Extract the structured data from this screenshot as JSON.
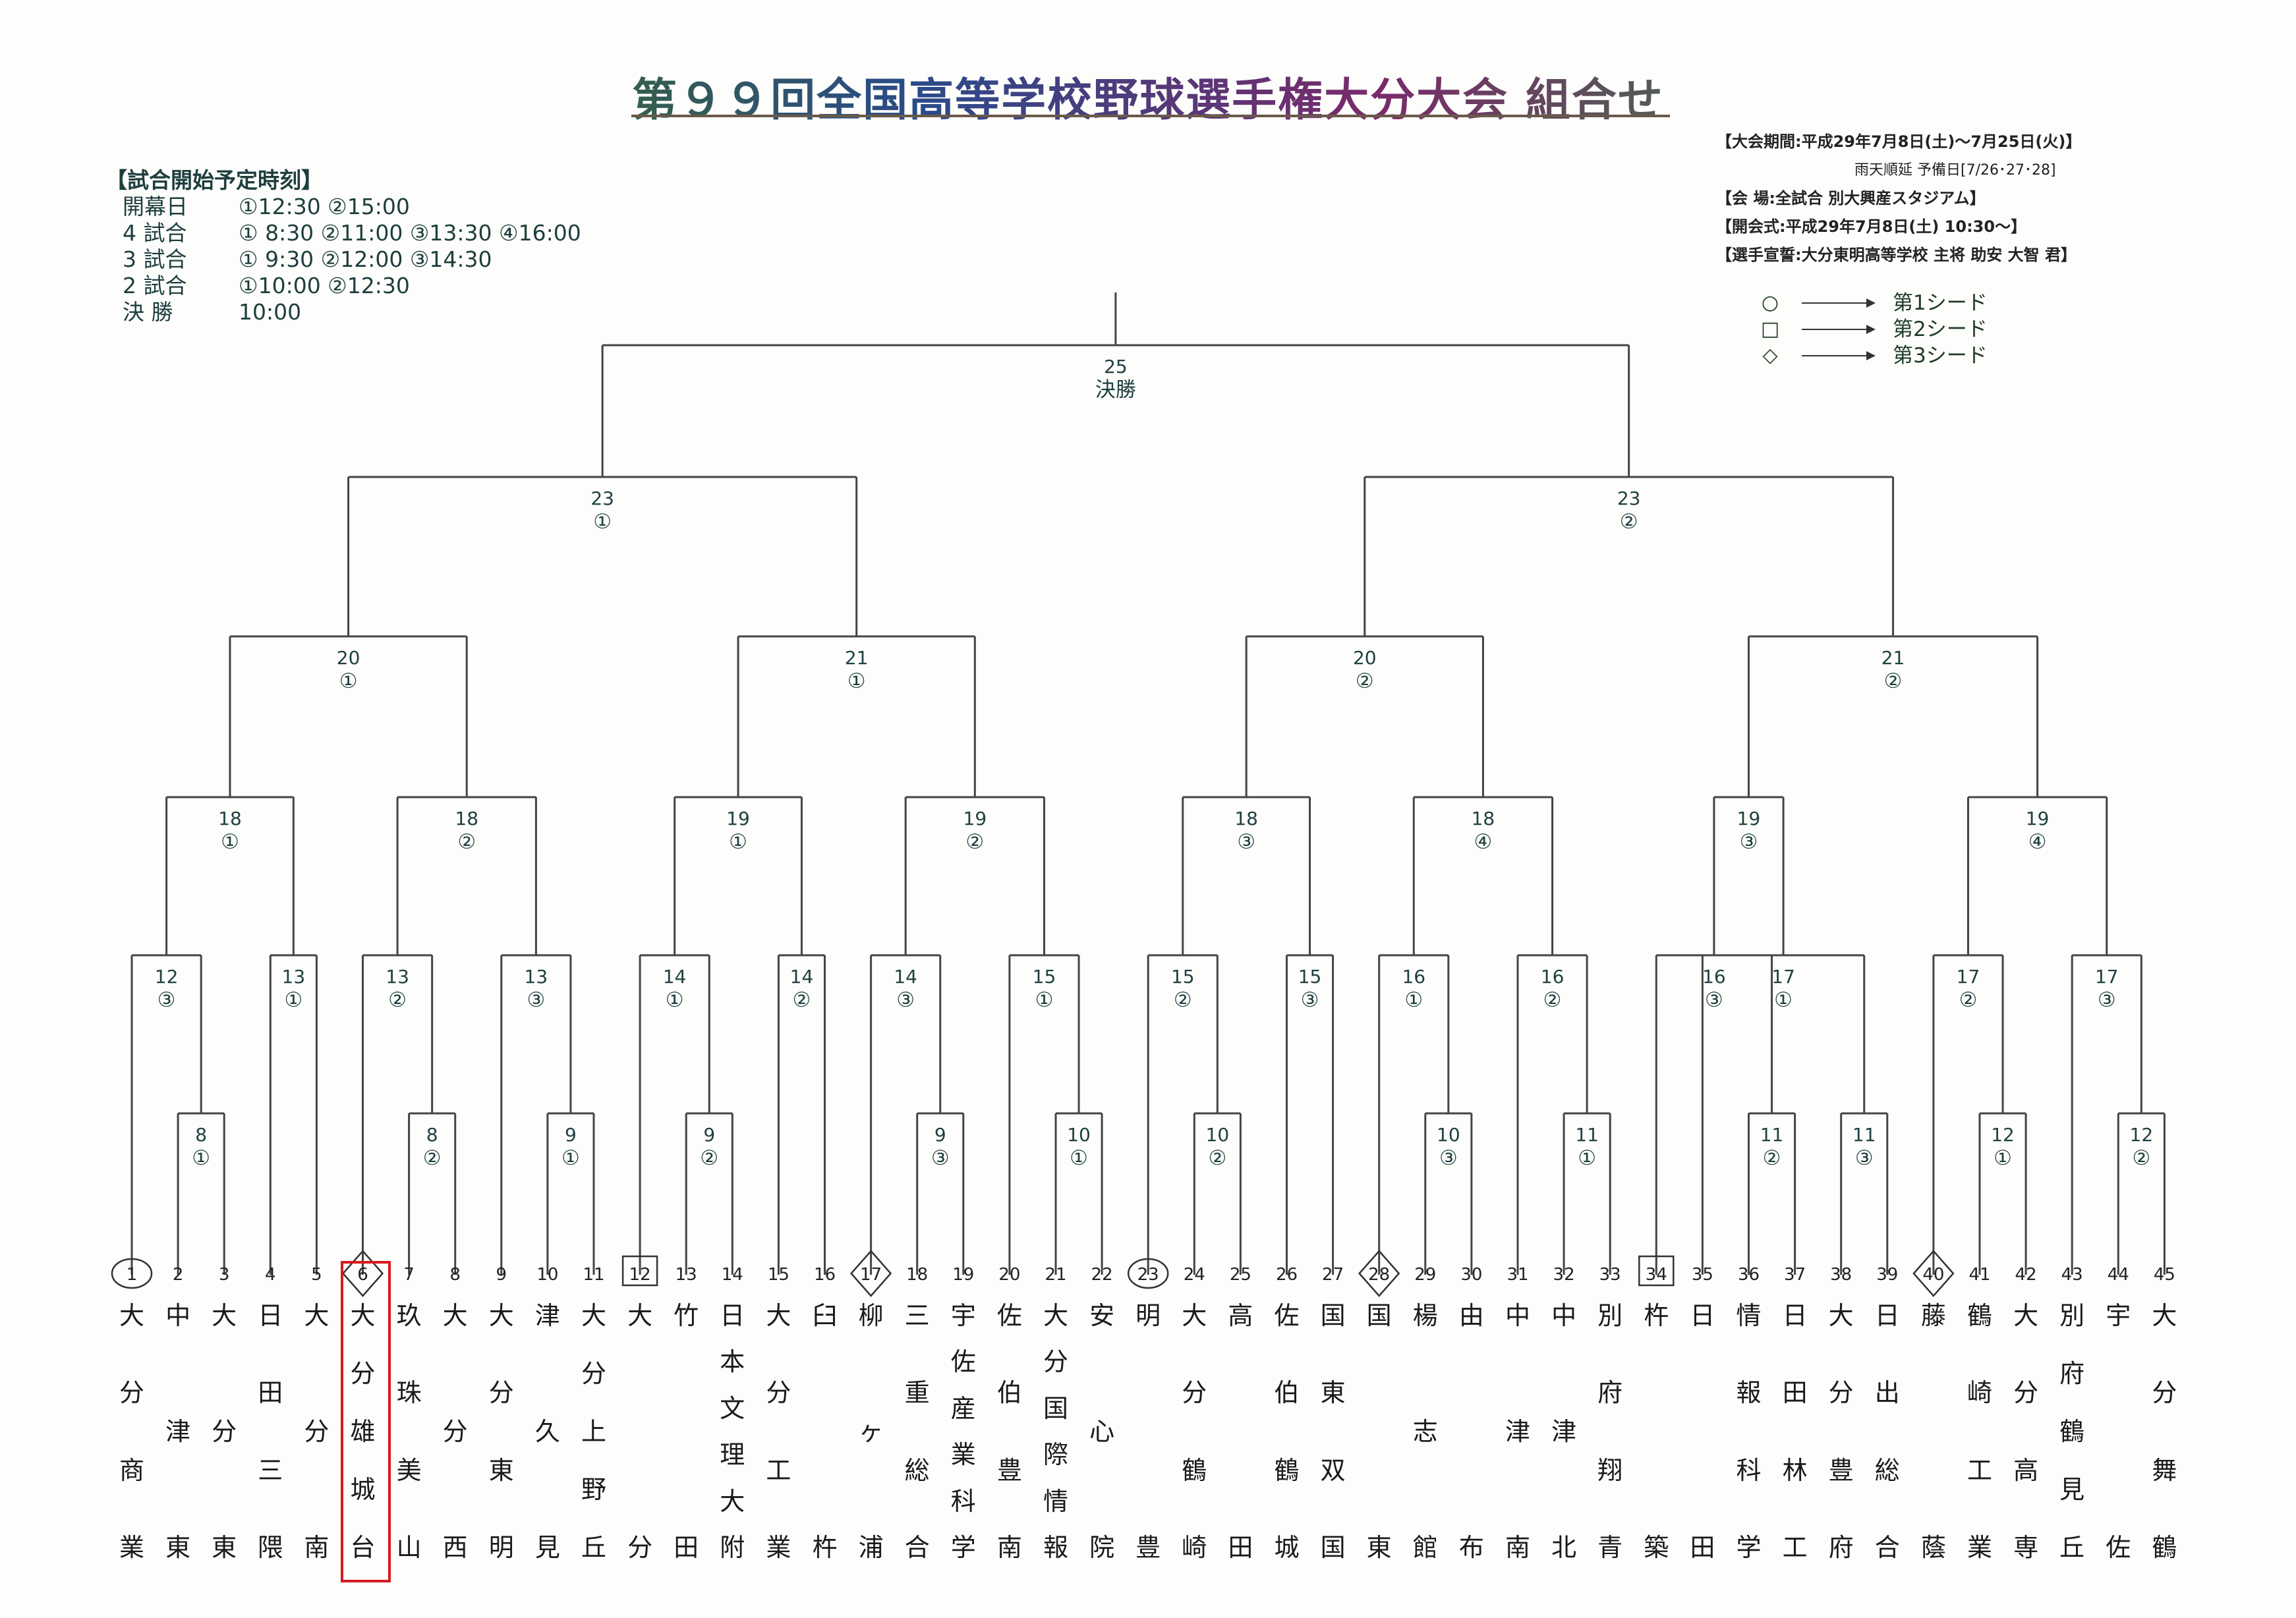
{
  "title": "第９９回全国高等学校野球選手権大分大会 組合せ",
  "schedule": {
    "heading": "【試合開始予定時刻】",
    "rows": [
      {
        "label": "開幕日",
        "times": "①12:30 ②15:00"
      },
      {
        "label": "4 試合",
        "times": "① 8:30 ②11:00 ③13:30 ④16:00"
      },
      {
        "label": "3 試合",
        "times": "① 9:30 ②12:00 ③14:30"
      },
      {
        "label": "2 試合",
        "times": "①10:00 ②12:30"
      },
      {
        "label": "決 勝",
        "times": "10:00"
      }
    ]
  },
  "info": {
    "period": "【大会期間:平成29年7月8日(土)～7月25日(火)】",
    "rain": "雨天順延 予備日[7/26･27･28]",
    "venue": "【会 場:全試合 別大興産スタジアム】",
    "opening": "【開会式:平成29年7月8日(土) 10:30～】",
    "oath": "【選手宣誓:大分東明高等学校 主将 助安 大智 君】"
  },
  "legend": [
    {
      "symbol": "○",
      "label": "第1シード"
    },
    {
      "symbol": "□",
      "label": "第2シード"
    },
    {
      "symbol": "◇",
      "label": "第3シード"
    }
  ],
  "final": {
    "day": "25",
    "label": "決勝"
  },
  "matches": [
    {
      "day": "8",
      "slot": "①"
    },
    {
      "day": "8",
      "slot": "②"
    },
    {
      "day": "9",
      "slot": "①"
    },
    {
      "day": "9",
      "slot": "②"
    },
    {
      "day": "9",
      "slot": "③"
    },
    {
      "day": "10",
      "slot": "①"
    },
    {
      "day": "10",
      "slot": "②"
    },
    {
      "day": "10",
      "slot": "③"
    },
    {
      "day": "11",
      "slot": "①"
    },
    {
      "day": "11",
      "slot": "②"
    },
    {
      "day": "11",
      "slot": "③"
    },
    {
      "day": "12",
      "slot": "①"
    },
    {
      "day": "12",
      "slot": "②"
    },
    {
      "day": "12",
      "slot": "③"
    },
    {
      "day": "13",
      "slot": "①"
    },
    {
      "day": "13",
      "slot": "②"
    },
    {
      "day": "13",
      "slot": "③"
    },
    {
      "day": "14",
      "slot": "①"
    },
    {
      "day": "14",
      "slot": "②"
    },
    {
      "day": "14",
      "slot": "③"
    },
    {
      "day": "15",
      "slot": "①"
    },
    {
      "day": "15",
      "slot": "②"
    },
    {
      "day": "15",
      "slot": "③"
    },
    {
      "day": "16",
      "slot": "①"
    },
    {
      "day": "16",
      "slot": "②"
    },
    {
      "day": "16",
      "slot": "③"
    },
    {
      "day": "17",
      "slot": "①"
    },
    {
      "day": "17",
      "slot": "②"
    },
    {
      "day": "17",
      "slot": "③"
    },
    {
      "day": "18",
      "slot": "①"
    },
    {
      "day": "18",
      "slot": "②"
    },
    {
      "day": "19",
      "slot": "①"
    },
    {
      "day": "19",
      "slot": "②"
    },
    {
      "day": "18",
      "slot": "③"
    },
    {
      "day": "18",
      "slot": "④"
    },
    {
      "day": "19",
      "slot": "③"
    },
    {
      "day": "19",
      "slot": "④"
    },
    {
      "day": "20",
      "slot": "①"
    },
    {
      "day": "21",
      "slot": "①"
    },
    {
      "day": "20",
      "slot": "②"
    },
    {
      "day": "21",
      "slot": "②"
    },
    {
      "day": "23",
      "slot": "①"
    },
    {
      "day": "23",
      "slot": "②"
    }
  ],
  "teams": [
    {
      "n": "1",
      "seed": 1,
      "name": "大分商業"
    },
    {
      "n": "2",
      "seed": 0,
      "name": "中津東"
    },
    {
      "n": "3",
      "seed": 0,
      "name": "大分東"
    },
    {
      "n": "4",
      "seed": 0,
      "name": "日田三隈"
    },
    {
      "n": "5",
      "seed": 0,
      "name": "大分南"
    },
    {
      "n": "6",
      "seed": 3,
      "name": "大分雄城台"
    },
    {
      "n": "7",
      "seed": 0,
      "name": "玖珠美山"
    },
    {
      "n": "8",
      "seed": 0,
      "name": "大分西"
    },
    {
      "n": "9",
      "seed": 0,
      "name": "大分東明"
    },
    {
      "n": "10",
      "seed": 0,
      "name": "津久見"
    },
    {
      "n": "11",
      "seed": 0,
      "name": "大分上野丘"
    },
    {
      "n": "12",
      "seed": 2,
      "name": "大分"
    },
    {
      "n": "13",
      "seed": 0,
      "name": "竹田"
    },
    {
      "n": "14",
      "seed": 0,
      "name": "日本文理大附"
    },
    {
      "n": "15",
      "seed": 0,
      "name": "大分工業"
    },
    {
      "n": "16",
      "seed": 0,
      "name": "臼杵"
    },
    {
      "n": "17",
      "seed": 3,
      "name": "柳ヶ浦"
    },
    {
      "n": "18",
      "seed": 0,
      "name": "三重総合"
    },
    {
      "n": "19",
      "seed": 0,
      "name": "宇佐産業科学"
    },
    {
      "n": "20",
      "seed": 0,
      "name": "佐伯豊南"
    },
    {
      "n": "21",
      "seed": 0,
      "name": "大分国際情報"
    },
    {
      "n": "22",
      "seed": 0,
      "name": "安心院"
    },
    {
      "n": "23",
      "seed": 1,
      "name": "明豊"
    },
    {
      "n": "24",
      "seed": 0,
      "name": "大分鶴崎"
    },
    {
      "n": "25",
      "seed": 0,
      "name": "高田"
    },
    {
      "n": "26",
      "seed": 0,
      "name": "佐伯鶴城"
    },
    {
      "n": "27",
      "seed": 0,
      "name": "国東双国"
    },
    {
      "n": "28",
      "seed": 3,
      "name": "国東"
    },
    {
      "n": "29",
      "seed": 0,
      "name": "楊志館"
    },
    {
      "n": "30",
      "seed": 0,
      "name": "由布"
    },
    {
      "n": "31",
      "seed": 0,
      "name": "中津南"
    },
    {
      "n": "32",
      "seed": 0,
      "name": "中津北"
    },
    {
      "n": "33",
      "seed": 0,
      "name": "別府翔青"
    },
    {
      "n": "34",
      "seed": 2,
      "name": "杵築"
    },
    {
      "n": "35",
      "seed": 0,
      "name": "日田"
    },
    {
      "n": "36",
      "seed": 0,
      "name": "情報科学"
    },
    {
      "n": "37",
      "seed": 0,
      "name": "日田林工"
    },
    {
      "n": "38",
      "seed": 0,
      "name": "大分豊府"
    },
    {
      "n": "39",
      "seed": 0,
      "name": "日出総合"
    },
    {
      "n": "40",
      "seed": 3,
      "name": "藤蔭"
    },
    {
      "n": "41",
      "seed": 0,
      "name": "鶴崎工業"
    },
    {
      "n": "42",
      "seed": 0,
      "name": "大分高専"
    },
    {
      "n": "43",
      "seed": 0,
      "name": "別府鶴見丘"
    },
    {
      "n": "44",
      "seed": 0,
      "name": "宇佐"
    },
    {
      "n": "45",
      "seed": 0,
      "name": "大分舞鶴"
    }
  ]
}
